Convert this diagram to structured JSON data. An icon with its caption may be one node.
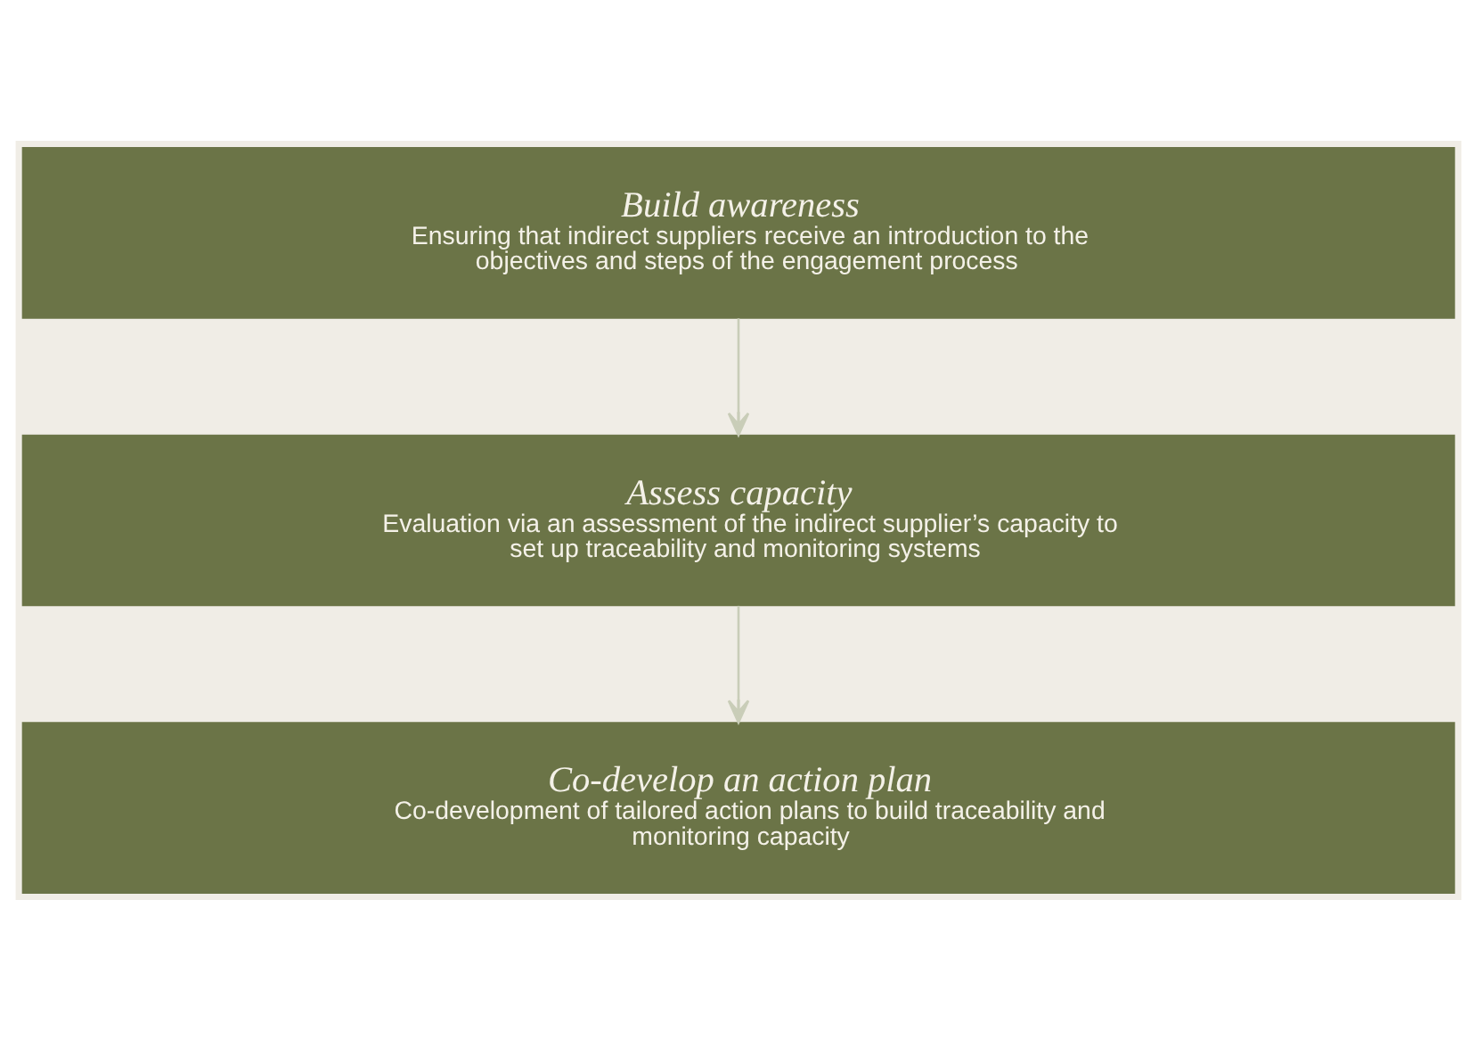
{
  "diagram": {
    "nodes": [
      {
        "text": [
          "Build awareness",
          "Ensuring that indirect suppliers receive an introduction to the objectives and steps of the engagement process"
        ]
      },
      {
        "text": [
          "Assess capacity",
          "Evaluation via an assessment of the indirect supplier’s capacity to set up traceability and monitoring systems"
        ]
      },
      {
        "text": [
          "Co-develop an action plan",
          "Co-development of tailored action plans to build traceability and monitoring capacity"
        ]
      }
    ],
    "edges": [
      {
        "from": 0,
        "to": 1,
        "arrow": "to"
      },
      {
        "from": 1,
        "to": 2,
        "arrow": "to"
      }
    ]
  }
}
